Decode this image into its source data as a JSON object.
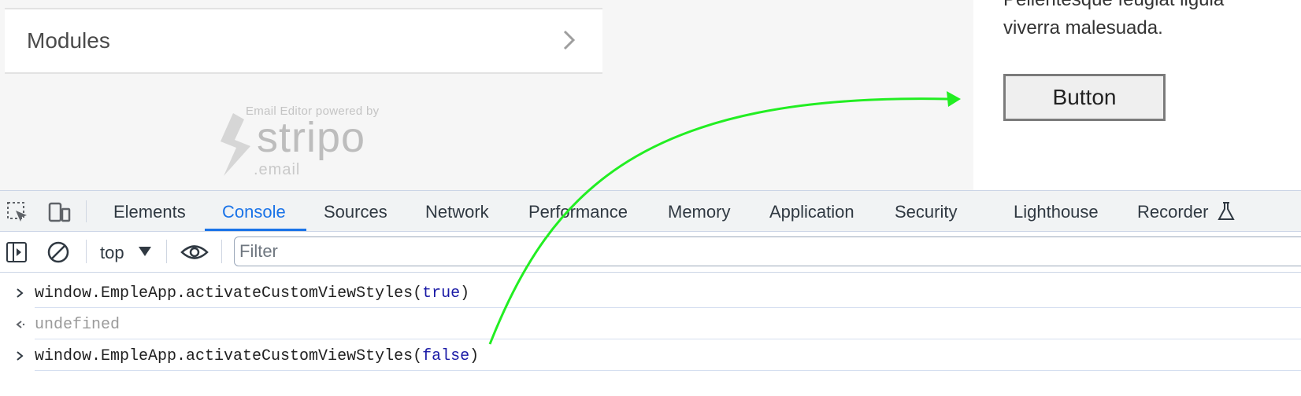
{
  "editor": {
    "modules_label": "Modules",
    "powered_by": "Email Editor powered by",
    "logo_word": "stripo",
    "logo_suffix": ".email"
  },
  "preview": {
    "text_line1": "Pellentesque feugiat ligula",
    "text_line2": "viverra malesuada.",
    "button_label": "Button"
  },
  "devtools": {
    "tabs": [
      {
        "label": "Elements"
      },
      {
        "label": "Console",
        "active": true
      },
      {
        "label": "Sources"
      },
      {
        "label": "Network"
      },
      {
        "label": "Performance"
      },
      {
        "label": "Memory"
      },
      {
        "label": "Application"
      },
      {
        "label": "Security"
      },
      {
        "label": "Lighthouse"
      },
      {
        "label": "Recorder"
      }
    ],
    "icons": [
      "inspect-element-icon",
      "device-toolbar-icon",
      "experimental-flask-icon"
    ]
  },
  "console": {
    "toolbar": {
      "context": "top",
      "filter_placeholder": "Filter",
      "icons": [
        "sidebar-toggle-icon",
        "clear-console-icon",
        "dropdown-caret-icon",
        "live-expression-eye-icon"
      ]
    },
    "lines": [
      {
        "type": "input",
        "prefix": "window.EmpleApp.activateCustomViewStyles(",
        "arg": "true",
        "suffix": ")"
      },
      {
        "type": "output",
        "text": "undefined"
      },
      {
        "type": "input",
        "prefix": "window.EmpleApp.activateCustomViewStyles(",
        "arg": "false",
        "suffix": ")"
      }
    ]
  },
  "colors": {
    "active_tab": "#1a73e8",
    "keyword": "#1a1aa6",
    "annotation_arrow": "#22ee22"
  }
}
